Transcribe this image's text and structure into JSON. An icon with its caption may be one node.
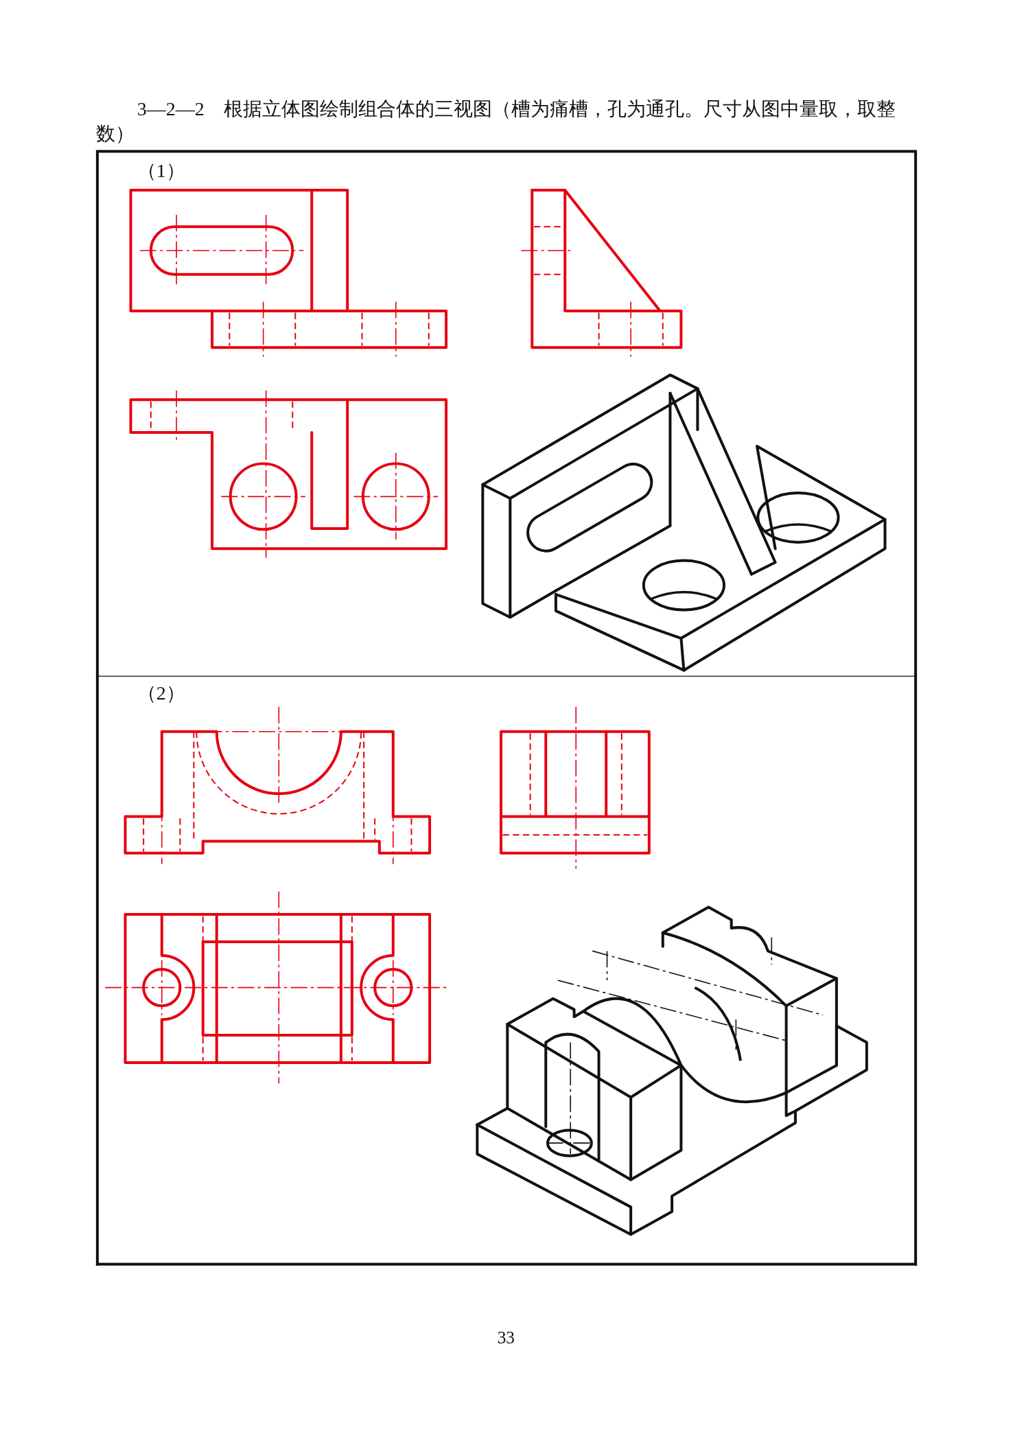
{
  "diagram": {
    "title": "3—2—2　根据立体图绘制组合体的三视图（槽为痛槽，孔为通孔。尺寸从图中量取，取整数）",
    "nodes": [
      {
        "text": [
          "（1）"
        ]
      },
      {
        "text": [
          "（2）"
        ]
      }
    ],
    "labels": [
      "33"
    ]
  }
}
